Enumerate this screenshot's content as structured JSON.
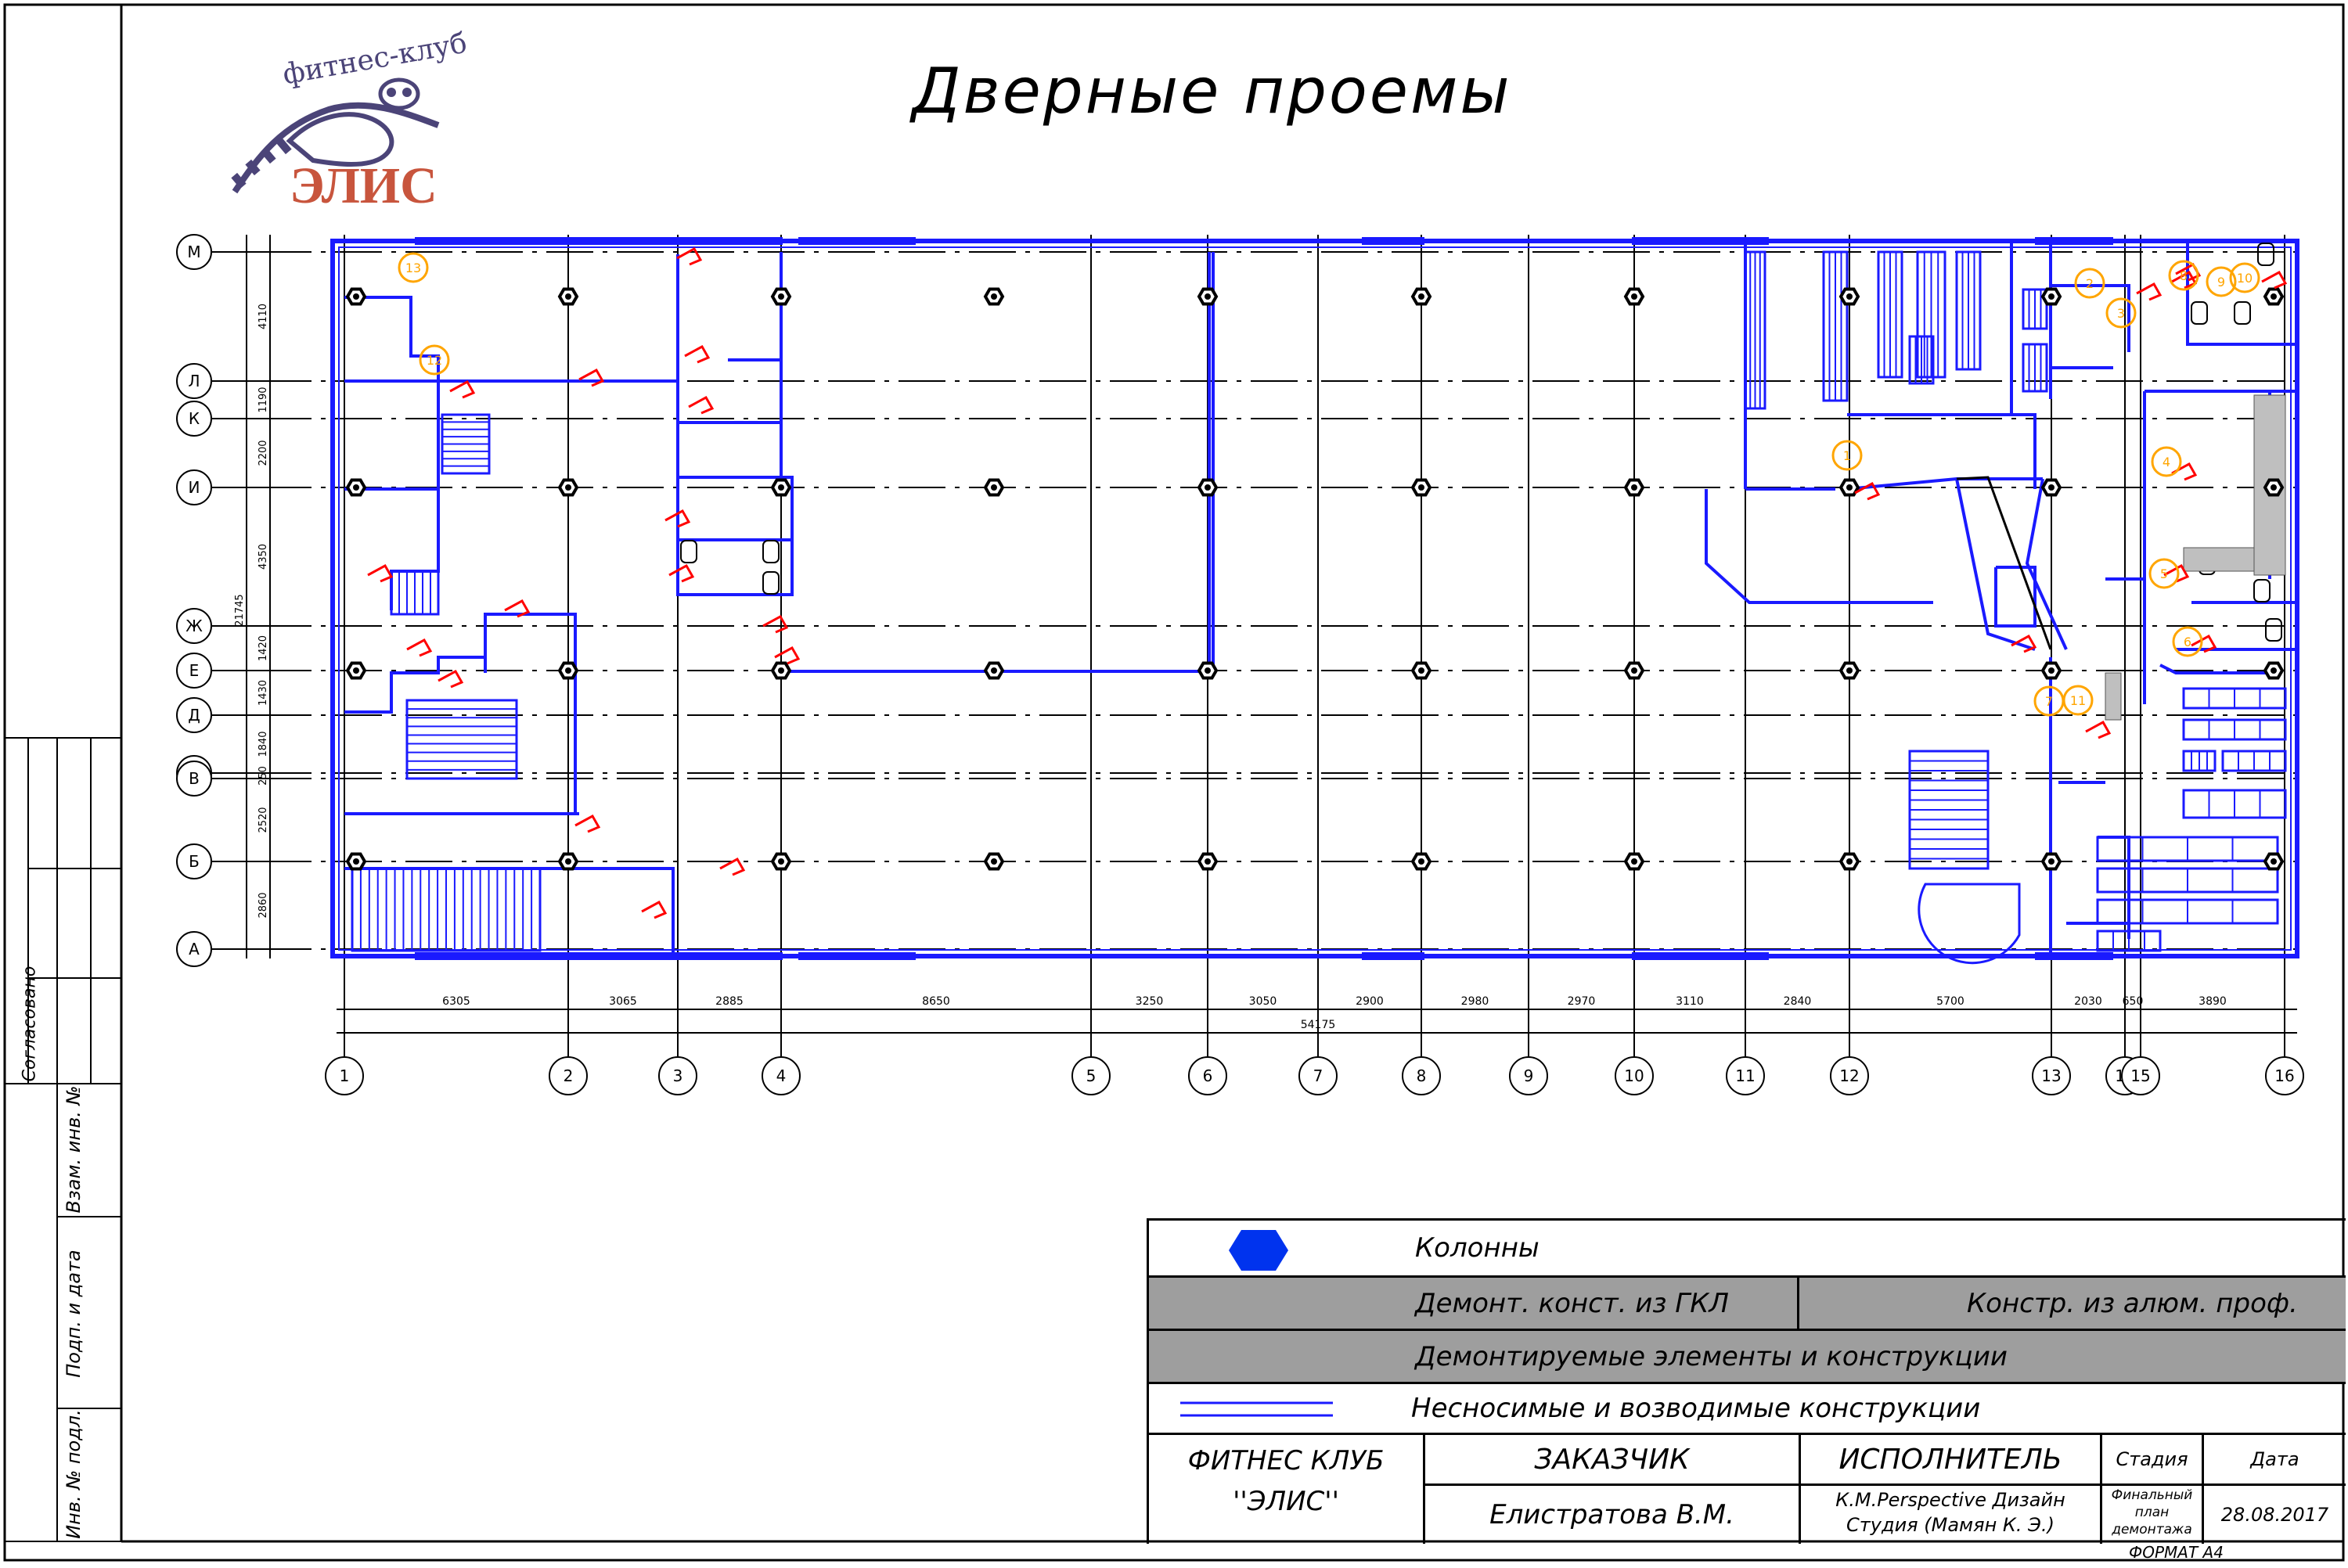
{
  "title": "Дверные проемы",
  "logo": {
    "top_text": "фитнес-клуб",
    "name": "ЭЛИС",
    "name_color": "#c8553d",
    "ring_color": "#4b4478"
  },
  "colors": {
    "wall": "#1a1aff",
    "column": "#000000",
    "door": "#ff0000",
    "marker": "#ffa500",
    "grid": "#000000",
    "legend_gray": "#9e9e9e"
  },
  "left_strip": {
    "agreed": "Согласовано",
    "vzam": "Взам. инв. №",
    "podp": "Подп. и дата",
    "inv": "Инв. № подл."
  },
  "axes_letters": [
    "М",
    "Л",
    "К",
    "И",
    "Ж",
    "Е",
    "Д",
    "Г",
    "В",
    "Б",
    "А"
  ],
  "axes_numbers": [
    "1",
    "2",
    "3",
    "4",
    "5",
    "6",
    "7",
    "8",
    "9",
    "10",
    "11",
    "12",
    "13",
    "14",
    "15",
    "16"
  ],
  "vertical_dims": [
    "4110",
    "1190",
    "2200",
    "4350",
    "1420",
    "1430",
    "1840",
    "250",
    "2520",
    "2860"
  ],
  "vertical_total": "21745",
  "horizontal_dims": [
    "6305",
    "3065",
    "2885",
    "8650",
    "3250",
    "3050",
    "2900",
    "2980",
    "2970",
    "3110",
    "2840",
    "5700",
    "2030",
    "650",
    "3890"
  ],
  "horizontal_total": "54175",
  "door_markers": [
    "13",
    "12",
    "1",
    "2",
    "3",
    "4",
    "5",
    "6",
    "7",
    "8",
    "9",
    "10",
    "11"
  ],
  "legend": {
    "columns": "Колонны",
    "gkl": "Демонт. конст. из ГКЛ",
    "alum": "Констр. из алюм. проф.",
    "demount": "Демонтируемые элементы и конструкции",
    "nonbearing": "Несносимые и возводимые конструкции"
  },
  "stamp": {
    "club_line1": "ФИТНЕС КЛУБ",
    "club_line2": "''ЭЛИС''",
    "customer_label": "ЗАКАЗЧИК",
    "customer_name": "Елистратова В.М.",
    "executor_label": "ИСПОЛНИТЕЛЬ",
    "executor_line1": "К.М.Perspective Дизайн",
    "executor_line2": "Студия (Мамян К. Э.)",
    "stage_label": "Стадия",
    "stage_line1": "Финальный",
    "stage_line2": "план",
    "stage_line3": "демонтажа",
    "date_label": "Дата",
    "date_value": "28.08.2017",
    "format": "ФОРМАТ А4"
  }
}
